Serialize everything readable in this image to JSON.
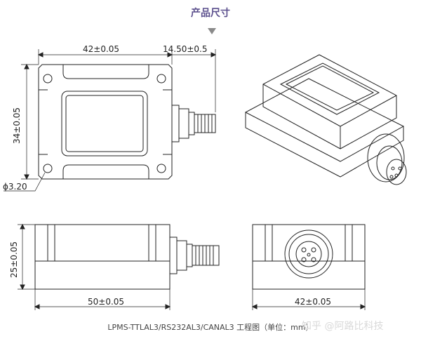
{
  "title": "产品尺寸",
  "top_view": {
    "width_dim": "42±0.05",
    "connector_dim": "14.50±0.5",
    "height_dim": "34±0.05",
    "hole_dim": "ϕ3.20"
  },
  "side_view": {
    "height_dim": "25±0.05",
    "width_dim": "50±0.05"
  },
  "front_view": {
    "width_dim": "42±0.05"
  },
  "caption": "LPMS-TTLAL3/RS232AL3/CANAL3 工程图（单位：mm）",
  "watermark": "知乎 @阿路比科技"
}
